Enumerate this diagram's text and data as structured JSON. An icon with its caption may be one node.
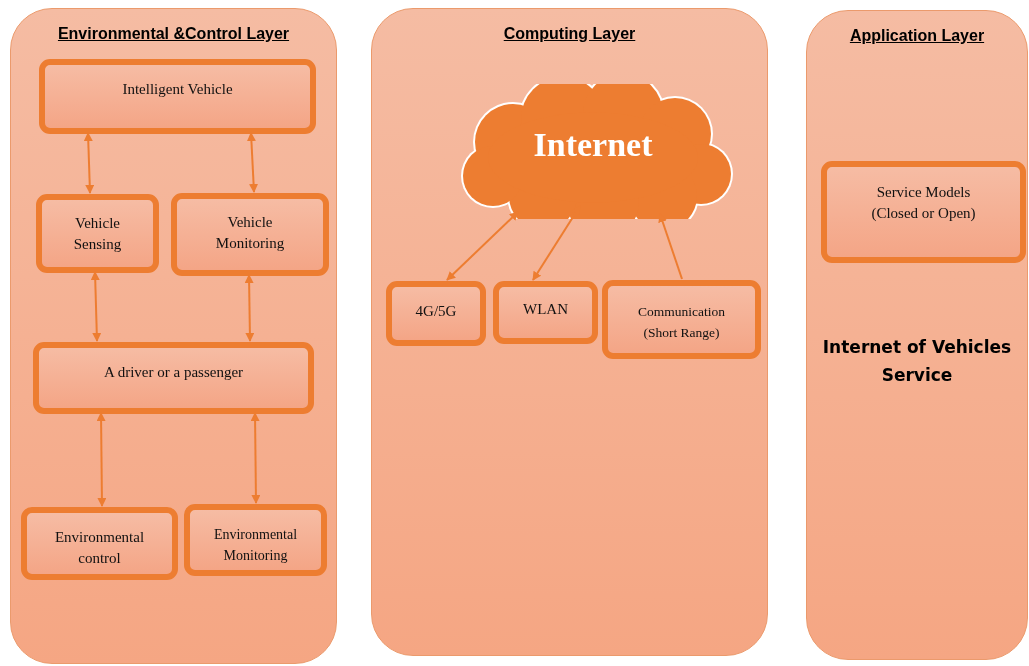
{
  "diagram": {
    "nodes": [
      {
        "text": [
          "Environmental &Control Layer"
        ]
      },
      {
        "text": [
          "Intelligent Vehicle"
        ],
        "in": 0
      },
      {
        "text": [
          "Vehicle Sensing"
        ],
        "in": 0
      },
      {
        "text": [
          "Vehicle Monitoring"
        ],
        "in": 0
      },
      {
        "text": [
          "A driver or a passenger"
        ],
        "in": 0
      },
      {
        "text": [
          "Environmental control"
        ],
        "in": 0
      },
      {
        "text": [
          "Environmental Monitoring"
        ],
        "in": 0
      },
      {
        "text": [
          "Computing Layer"
        ]
      },
      {
        "text": [
          "Internet"
        ],
        "in": 7
      },
      {
        "text": [
          "4G/5G"
        ],
        "in": 7
      },
      {
        "text": [
          "WLAN"
        ],
        "in": 7
      },
      {
        "text": [
          "Communication (Short Range)"
        ],
        "in": 7
      },
      {
        "text": [
          "Application Layer",
          "Internet of Vehicles Service"
        ]
      },
      {
        "text": [
          "Service Models (Closed or Open)"
        ],
        "in": 12
      }
    ],
    "edges": [
      {
        "from": 1,
        "to": 2,
        "arrow": "both"
      },
      {
        "from": 1,
        "to": 3,
        "arrow": "both"
      },
      {
        "from": 2,
        "to": 4,
        "arrow": "both"
      },
      {
        "from": 3,
        "to": 4,
        "arrow": "both"
      },
      {
        "from": 4,
        "to": 5,
        "arrow": "both"
      },
      {
        "from": 4,
        "to": 6,
        "arrow": "both"
      },
      {
        "from": 8,
        "to": 9,
        "arrow": "both"
      },
      {
        "from": 8,
        "to": 10,
        "arrow": "both"
      },
      {
        "from": 11,
        "to": 8,
        "arrow": "to"
      }
    ]
  }
}
